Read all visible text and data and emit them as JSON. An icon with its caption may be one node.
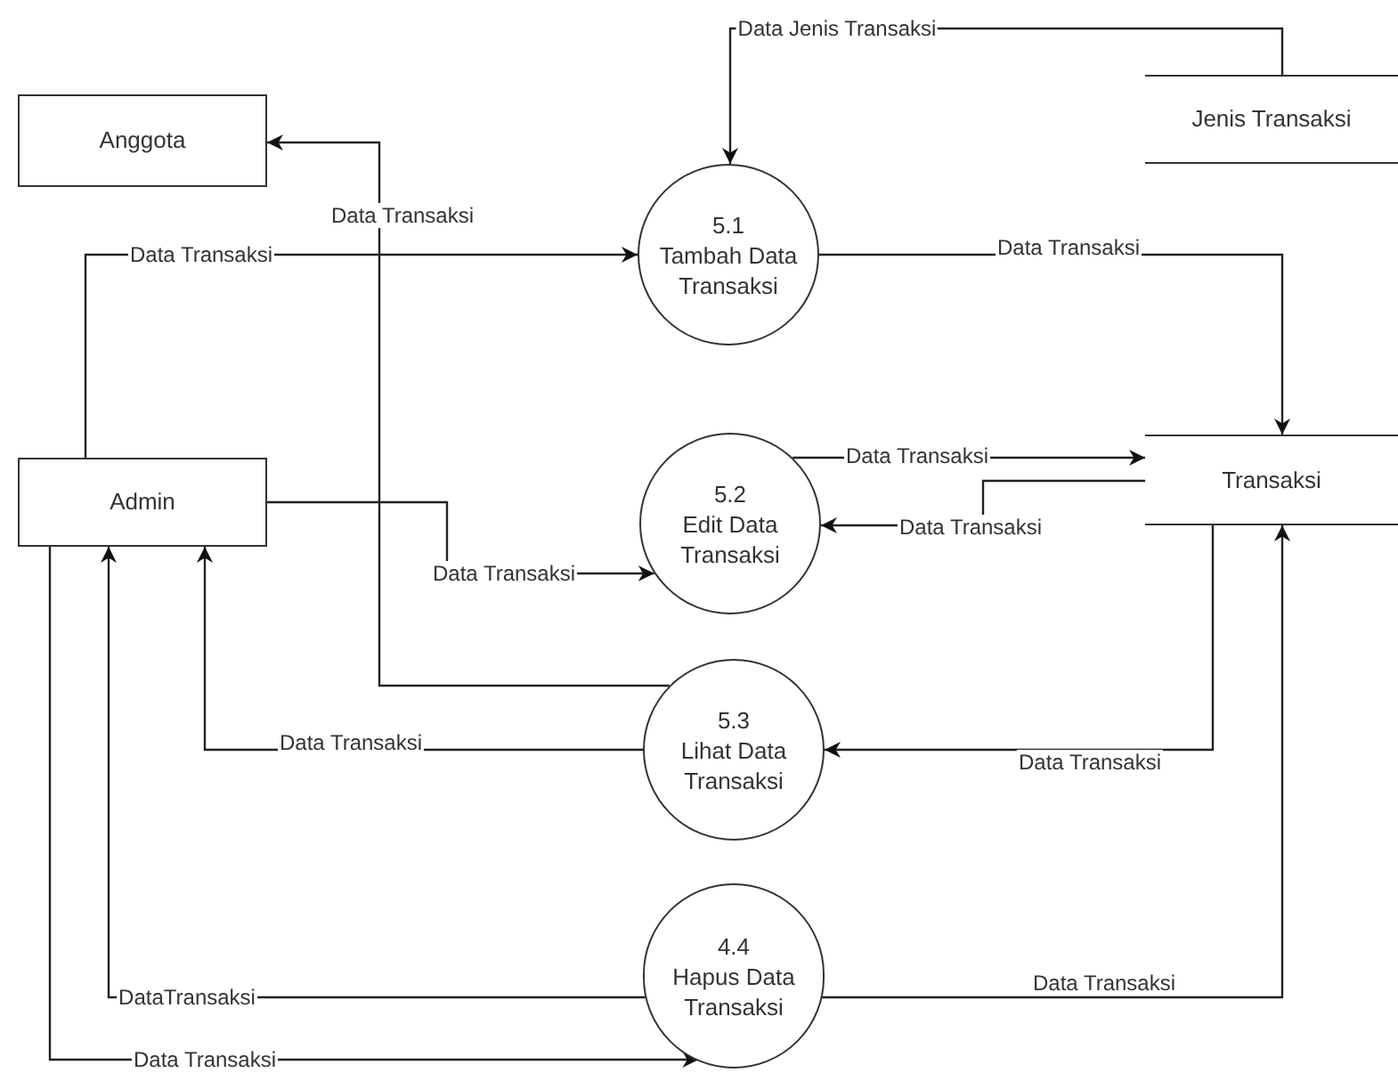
{
  "diagram": {
    "nodes": [
      {
        "text": [
          "Anggota"
        ]
      },
      {
        "text": [
          "Jenis Transaksi"
        ]
      },
      {
        "text": [
          "5.1",
          "Tambah Data Transaksi"
        ]
      },
      {
        "text": [
          "Admin"
        ]
      },
      {
        "text": [
          "5.2",
          "Edit Data Transaksi"
        ]
      },
      {
        "text": [
          "Transaksi"
        ]
      },
      {
        "text": [
          "5.3",
          "Lihat Data Transaksi"
        ]
      },
      {
        "text": [
          "4.4",
          "Hapus Data Transaksi"
        ]
      }
    ],
    "edges": [
      {
        "from": 1,
        "to": 2,
        "arrow": "to",
        "label": "Data Jenis Transaksi"
      },
      {
        "from": 3,
        "to": 2,
        "arrow": "to",
        "label": "Data Transaksi"
      },
      {
        "from": 2,
        "to": 5,
        "arrow": "to",
        "label": "Data Transaksi"
      },
      {
        "from": 4,
        "to": 5,
        "arrow": "to",
        "label": "Data Transaksi"
      },
      {
        "from": 5,
        "to": 4,
        "arrow": "to",
        "label": "Data Transaksi"
      },
      {
        "from": 3,
        "to": 4,
        "arrow": "to",
        "label": "Data Transaksi"
      },
      {
        "from": 6,
        "to": 0,
        "arrow": "to",
        "label": "Data Transaksi"
      },
      {
        "from": 6,
        "to": 3,
        "arrow": "to",
        "label": "Data Transaksi"
      },
      {
        "from": 5,
        "to": 6,
        "arrow": "to",
        "label": "Data Transaksi"
      },
      {
        "from": 7,
        "to": 5,
        "arrow": "to",
        "label": "Data Transaksi"
      },
      {
        "from": 7,
        "to": 3,
        "arrow": "to",
        "label": "DataTransaksi"
      },
      {
        "from": 3,
        "to": 7,
        "arrow": "to",
        "label": "Data Transaksi"
      }
    ]
  }
}
